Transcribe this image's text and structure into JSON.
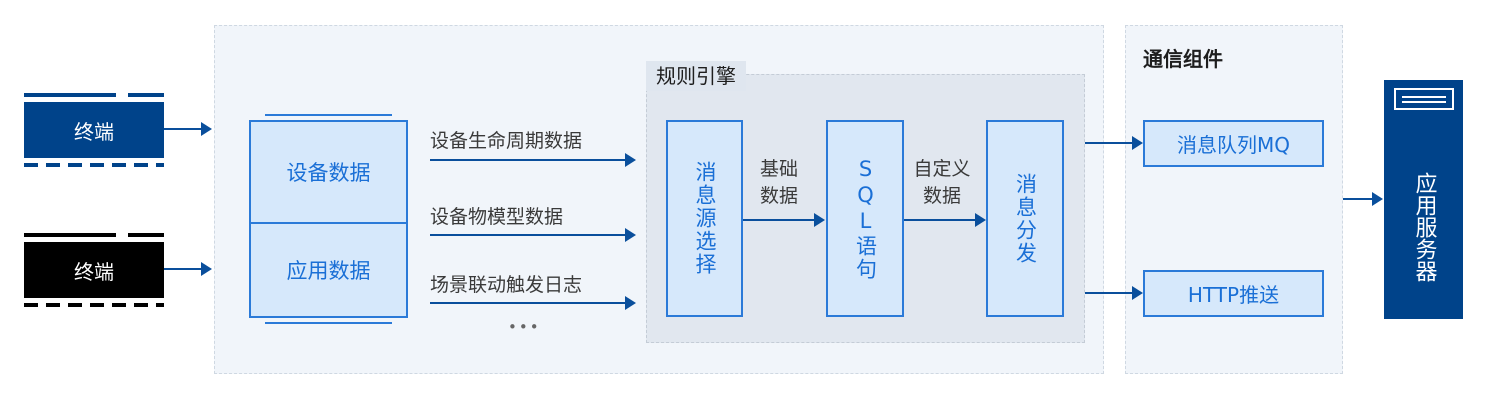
{
  "terminals": [
    "终端",
    "终端"
  ],
  "data_store": {
    "top": "设备数据",
    "bottom": "应用数据"
  },
  "data_flows": [
    "设备生命周期数据",
    "设备物模型数据",
    "场景联动触发日志",
    "•••"
  ],
  "rule_engine": {
    "title": "规则引擎",
    "source": "消息源选择",
    "basic_data": "基础数据",
    "sql": "SQL语句",
    "custom_data": "自定义数据",
    "dispatch": "消息分发"
  },
  "comm": {
    "title": "通信组件",
    "mq": "消息队列MQ",
    "http": "HTTP推送"
  },
  "app_server": "应用服务器",
  "colors": {
    "dark_blue": "#00438a",
    "box_fill": "#d6e8fb",
    "box_border": "#2b7ad8",
    "arrow": "#0a4f9c"
  }
}
